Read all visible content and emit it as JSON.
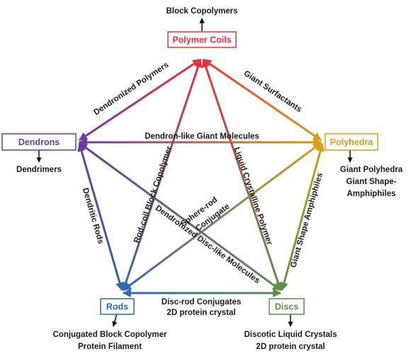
{
  "nodes": {
    "polymer_coils": {
      "label": "Polymer Coils",
      "color": "#e8303f"
    },
    "polyhedra": {
      "label": "Polyhedra",
      "color": "#d4a017"
    },
    "dendrons": {
      "label": "Dendrons",
      "color": "#6a3a9c"
    },
    "rods": {
      "label": "Rods",
      "color": "#2f67b2"
    },
    "discs": {
      "label": "Discs",
      "color": "#5e8f4a"
    }
  },
  "edges": {
    "coils_dendrons": "Dendronized Polymers",
    "coils_polyhedra": "Giant Surfactants",
    "dendrons_polyhedra": "Dendron-like Giant Molecules",
    "coils_rods": "Rod-coil Block Copolymer",
    "coils_discs": "Liquid Crystalline Polymer",
    "polyhedra_rods_1": "Sphere-rod",
    "polyhedra_rods_2": "Conjugate",
    "dendrons_discs": "Dendronized Disc-like Molecules",
    "dendrons_rods": "Dendritic Rods",
    "polyhedra_discs": "Giant Shape Amphiphiles",
    "rods_discs_1": "Disc-rod Conjugates",
    "rods_discs_2": "2D protein crystal"
  },
  "outputs": {
    "coils": "Block Copolymers",
    "dendrons": "Dendrimers",
    "polyhedra_1": "Giant Polyhedra",
    "polyhedra_2": "Giant Shape-",
    "polyhedra_3": "Amphiphiles",
    "rods_1": "Conjugated Block Copolymer",
    "rods_2": "Protein Filament",
    "discs_1": "Discotic Liquid Crystals",
    "discs_2": "2D protein crystal"
  }
}
